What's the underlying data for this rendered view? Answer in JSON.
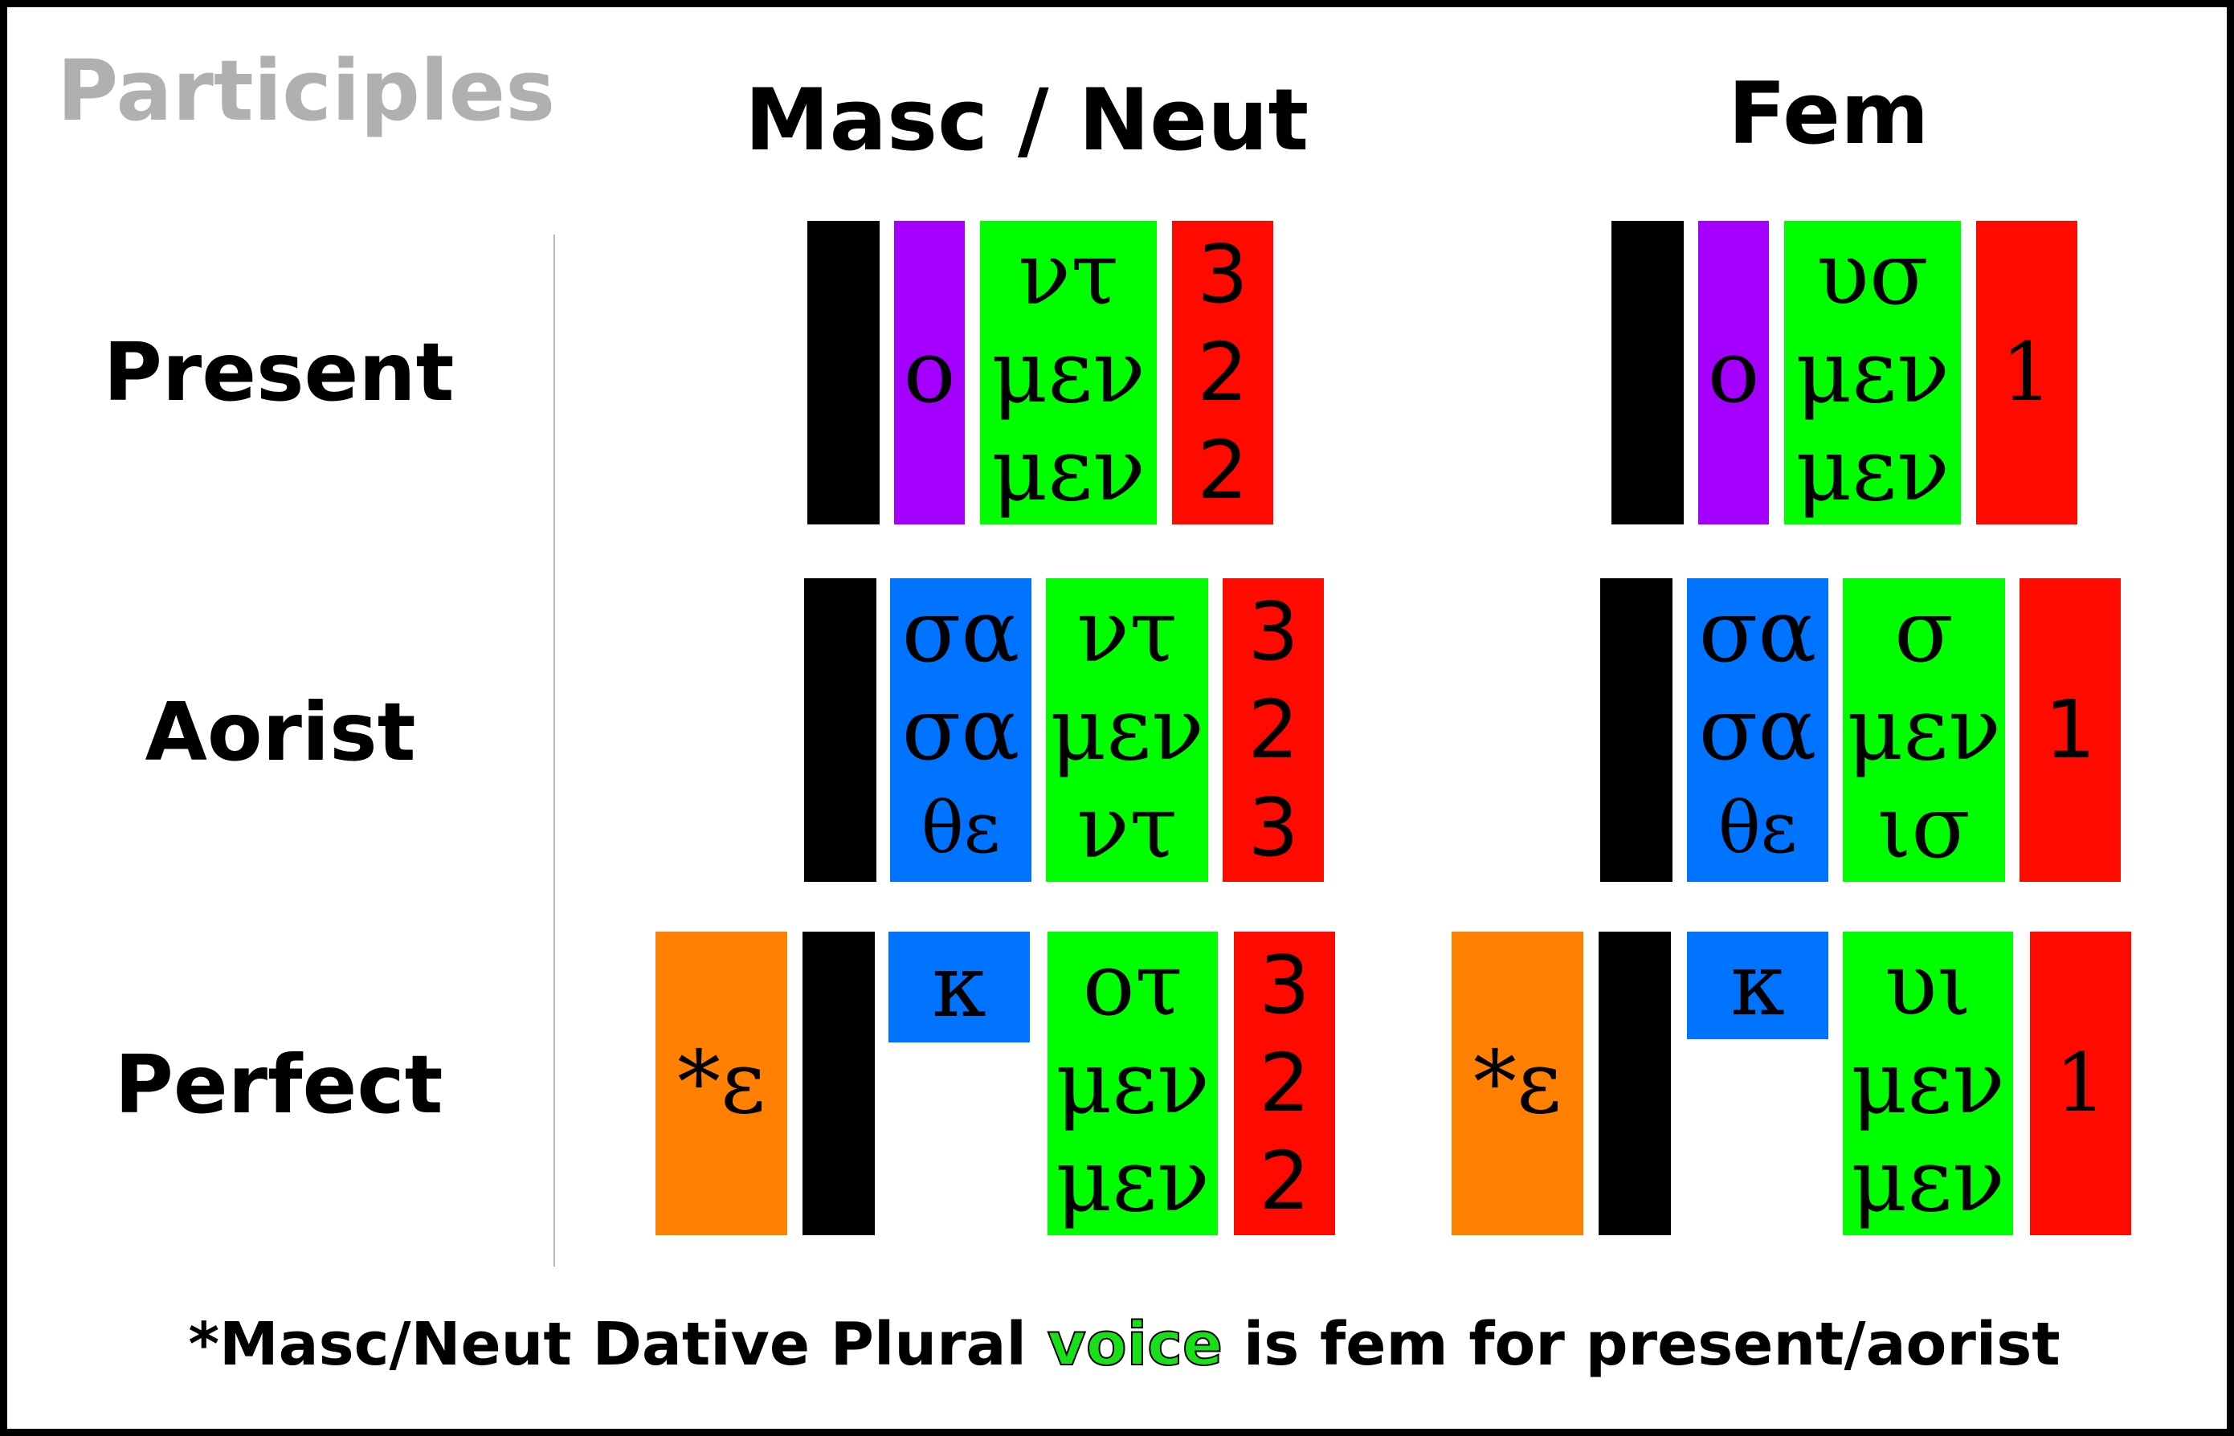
{
  "title": "Participles",
  "columns": {
    "masc_neut": "Masc / Neut",
    "fem": "Fem"
  },
  "rows": {
    "present": "Present",
    "aorist": "Aorist",
    "perfect": "Perfect"
  },
  "colors": {
    "black": "#000000",
    "purple": "#a500ff",
    "green": "#00ff00",
    "red": "#ff0a00",
    "blue": "#0074ff",
    "orange": "#ff8000",
    "voice": "#18e018"
  },
  "cells": {
    "present_masc": {
      "theme": [
        "ο"
      ],
      "ending": [
        "ντ",
        "μεν",
        "μεν"
      ],
      "decl": [
        "3",
        "2",
        "2"
      ]
    },
    "present_fem": {
      "theme": [
        "ο"
      ],
      "ending": [
        "υσ",
        "μεν",
        "μεν"
      ],
      "decl": [
        "1"
      ]
    },
    "aorist_masc": {
      "tense": [
        "σα",
        "σα",
        "θε"
      ],
      "ending": [
        "ντ",
        "μεν",
        "ντ"
      ],
      "decl": [
        "3",
        "2",
        "3"
      ]
    },
    "aorist_fem": {
      "tense": [
        "σα",
        "σα",
        "θε"
      ],
      "ending": [
        "σ",
        "μεν",
        "ισ"
      ],
      "decl": [
        "1"
      ]
    },
    "perfect_masc": {
      "redup": "*ε",
      "tense": "κ",
      "ending": [
        "οτ",
        "μεν",
        "μεν"
      ],
      "decl": [
        "3",
        "2",
        "2"
      ]
    },
    "perfect_fem": {
      "redup": "*ε",
      "tense": "κ",
      "ending": [
        "υι",
        "μεν",
        "μεν"
      ],
      "decl": [
        "1"
      ]
    }
  },
  "footnote": {
    "before": "*Masc/Neut Dative Plural ",
    "highlight": "voice",
    "after": " is fem for present/aorist"
  }
}
